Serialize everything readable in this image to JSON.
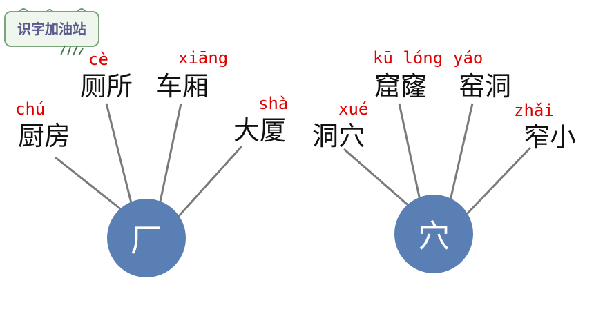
{
  "badge": {
    "title": "识字加油站"
  },
  "left_cluster": {
    "radical": "厂",
    "words": [
      {
        "text": "厨房",
        "pinyin": "chú"
      },
      {
        "text": "厕所",
        "pinyin": "cè"
      },
      {
        "text": "车厢",
        "pinyin": "xiāng"
      },
      {
        "text": "大厦",
        "pinyin": "shà"
      }
    ]
  },
  "right_cluster": {
    "radical": "穴",
    "words": [
      {
        "text": "洞穴",
        "pinyin": "xué"
      },
      {
        "text": "窟窿",
        "pinyin": "kū lóng"
      },
      {
        "text": "窑洞",
        "pinyin": "yáo"
      },
      {
        "text": "窄小",
        "pinyin": "zhǎi"
      }
    ]
  },
  "colors": {
    "circle": "#5a7fb5",
    "pinyin": "#e00000",
    "badge_border": "#7aa57a",
    "badge_text": "#5a5a8c"
  }
}
